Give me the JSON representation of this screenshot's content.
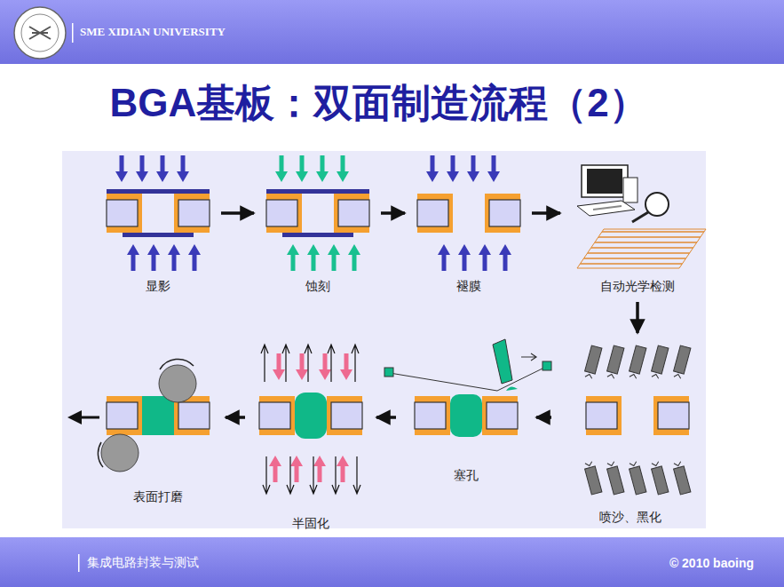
{
  "diagram": {
    "title": "BGA基板：双面制造流程（2）",
    "nodes": [
      {
        "text": [
          "显影"
        ]
      },
      {
        "text": [
          "蚀刻"
        ]
      },
      {
        "text": [
          "褪膜"
        ]
      },
      {
        "text": [
          "自动光学检测"
        ]
      },
      {
        "text": [
          "喷沙、黑化"
        ]
      },
      {
        "text": [
          "塞孔"
        ]
      },
      {
        "text": [
          "半固化"
        ]
      },
      {
        "text": [
          "表面打磨"
        ]
      }
    ],
    "edges": [
      {
        "from": 0,
        "to": 1,
        "arrow": "to"
      },
      {
        "from": 1,
        "to": 2,
        "arrow": "to"
      },
      {
        "from": 2,
        "to": 3,
        "arrow": "to"
      },
      {
        "from": 3,
        "to": 4,
        "arrow": "to"
      },
      {
        "from": 4,
        "to": 5,
        "arrow": "to"
      },
      {
        "from": 5,
        "to": 6,
        "arrow": "to"
      },
      {
        "from": 6,
        "to": 7,
        "arrow": "to"
      }
    ],
    "labels": [
      "SME XIDIAN UNIVERSITY",
      "集成电路封装与测试",
      "© 2010 baoing"
    ]
  }
}
